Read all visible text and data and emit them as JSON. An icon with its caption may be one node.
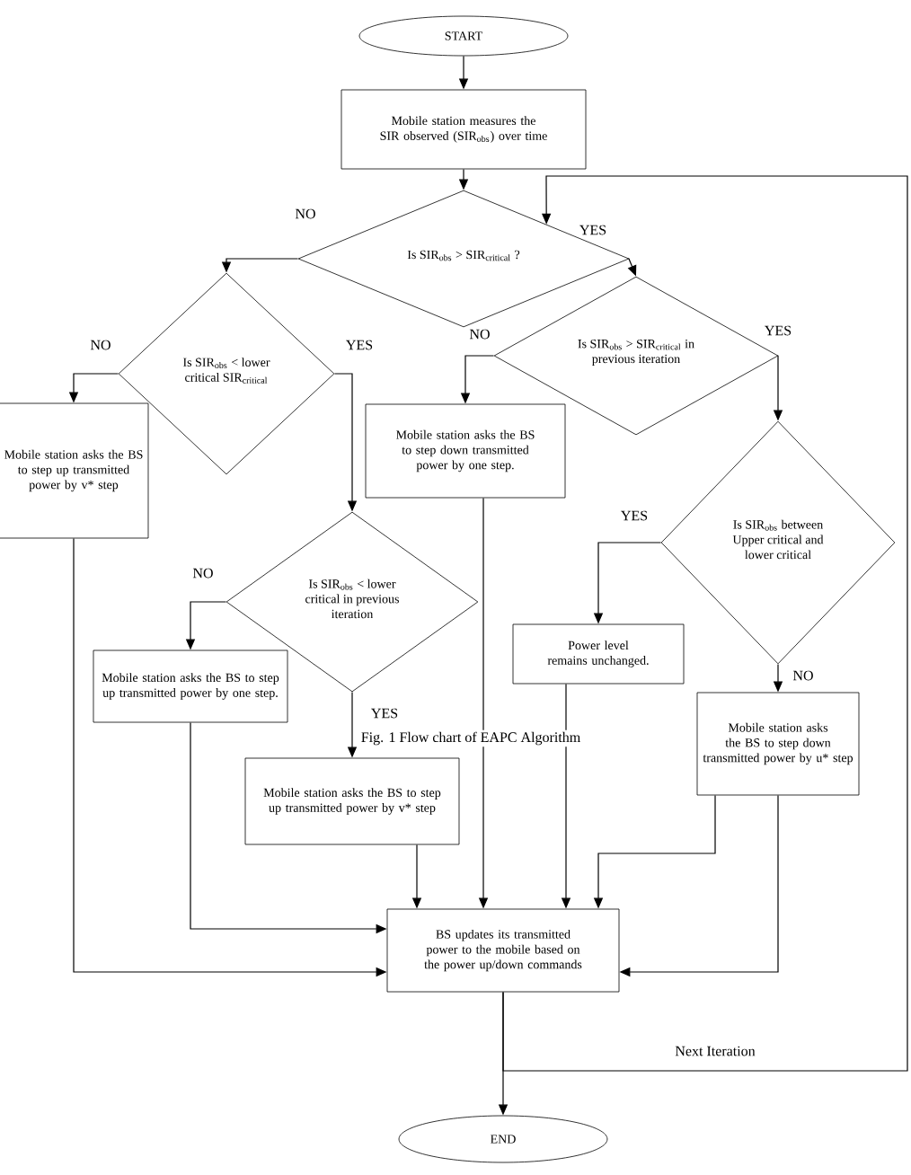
{
  "diagram": {
    "caption": "Fig. 1 Flow chart of EAPC Algorithm",
    "nodes": [
      {
        "text": [
          "START"
        ]
      },
      {
        "text": [
          "Mobile station measures the SIR observed (SIR$_{obs}$) over time"
        ]
      },
      {
        "text": [
          "Is SIR$_{obs}$ > SIR$_{critical}$ ?"
        ]
      },
      {
        "text": [
          "Is SIR$_{obs}$ < lower critical SIR$_{critical}$"
        ]
      },
      {
        "text": [
          "Mobile station asks the BS to step up transmitted power by v* step"
        ]
      },
      {
        "text": [
          "Is SIR$_{obs}$ > SIR$_{critical}$ in previous iteration"
        ]
      },
      {
        "text": [
          "Mobile station asks the BS to step down transmitted power by one step."
        ]
      },
      {
        "text": [
          "Is SIR$_{obs}$ < lower critical in previous iteration"
        ]
      },
      {
        "text": [
          "Mobile station asks the BS to step up transmitted power by one step."
        ]
      },
      {
        "text": [
          "Mobile station asks the BS to step up transmitted power by v* step"
        ]
      },
      {
        "text": [
          "Is SIR$_{obs}$ between Upper critical and lower critical"
        ]
      },
      {
        "text": [
          "Power level remains unchanged."
        ]
      },
      {
        "text": [
          "Mobile station asks the BS to step down transmitted power by u* step"
        ]
      },
      {
        "text": [
          "BS updates its transmitted power to the mobile based on the power up/down commands"
        ]
      },
      {
        "text": [
          "END"
        ]
      }
    ],
    "edges": [
      {
        "from": 0,
        "to": 1,
        "arrow": "to"
      },
      {
        "from": 1,
        "to": 2,
        "arrow": "to"
      },
      {
        "from": 2,
        "to": 3,
        "arrow": "to",
        "label": "NO"
      },
      {
        "from": 2,
        "to": 5,
        "arrow": "to",
        "label": "YES"
      },
      {
        "from": 3,
        "to": 4,
        "arrow": "to",
        "label": "NO"
      },
      {
        "from": 3,
        "to": 7,
        "arrow": "to",
        "label": "YES"
      },
      {
        "from": 5,
        "to": 6,
        "arrow": "to",
        "label": "NO"
      },
      {
        "from": 5,
        "to": 10,
        "arrow": "to",
        "label": "YES"
      },
      {
        "from": 7,
        "to": 8,
        "arrow": "to",
        "label": "NO"
      },
      {
        "from": 7,
        "to": 9,
        "arrow": "to",
        "label": "YES"
      },
      {
        "from": 10,
        "to": 11,
        "arrow": "to",
        "label": "YES"
      },
      {
        "from": 10,
        "to": 12,
        "arrow": "to",
        "label": "NO"
      },
      {
        "from": 4,
        "to": 13,
        "arrow": "to"
      },
      {
        "from": 8,
        "to": 13,
        "arrow": "to"
      },
      {
        "from": 9,
        "to": 13,
        "arrow": "to"
      },
      {
        "from": 6,
        "to": 13,
        "arrow": "to"
      },
      {
        "from": 11,
        "to": 13,
        "arrow": "to"
      },
      {
        "from": 12,
        "to": 13,
        "arrow": "to"
      },
      {
        "from": 12,
        "to": 13,
        "arrow": "to"
      },
      {
        "from": 13,
        "to": 14,
        "arrow": "to"
      },
      {
        "from": 13,
        "to": 2,
        "arrow": "to",
        "label": "Next Iteration"
      }
    ]
  }
}
